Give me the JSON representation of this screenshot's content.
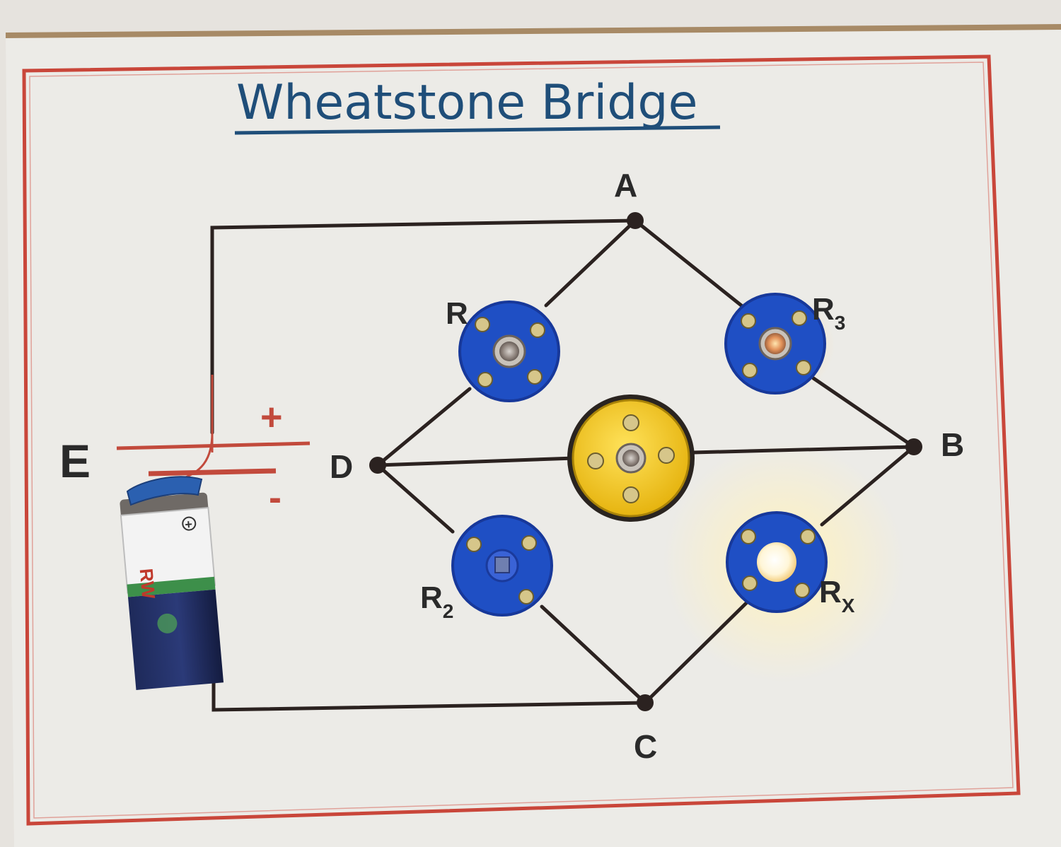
{
  "title": "Wheatstone Bridge",
  "nodes": {
    "A": "A",
    "B": "B",
    "C": "C",
    "D": "D"
  },
  "source": {
    "label": "E",
    "plus": "+",
    "minus": "-"
  },
  "resistors": {
    "r1": {
      "main": "R",
      "sub": ""
    },
    "r2": {
      "main": "R",
      "sub": "2"
    },
    "r3": {
      "main": "R",
      "sub": "3"
    },
    "rx": {
      "main": "R",
      "sub": "X"
    }
  },
  "battery": {
    "brand": "RW",
    "terminal": "+"
  },
  "colors": {
    "board": "#ecebe7",
    "border": "#c9463a",
    "title": "#1f4e79",
    "wire": "#2b2220",
    "bulb_holder": "#1f4fc4",
    "galvanometer": "#f2c21c",
    "lamp_glow": "#fff4c8"
  },
  "icons": {
    "bulb_holder": "lamp-holder-icon",
    "galvanometer": "galvanometer-icon",
    "battery": "battery-9v-icon"
  }
}
